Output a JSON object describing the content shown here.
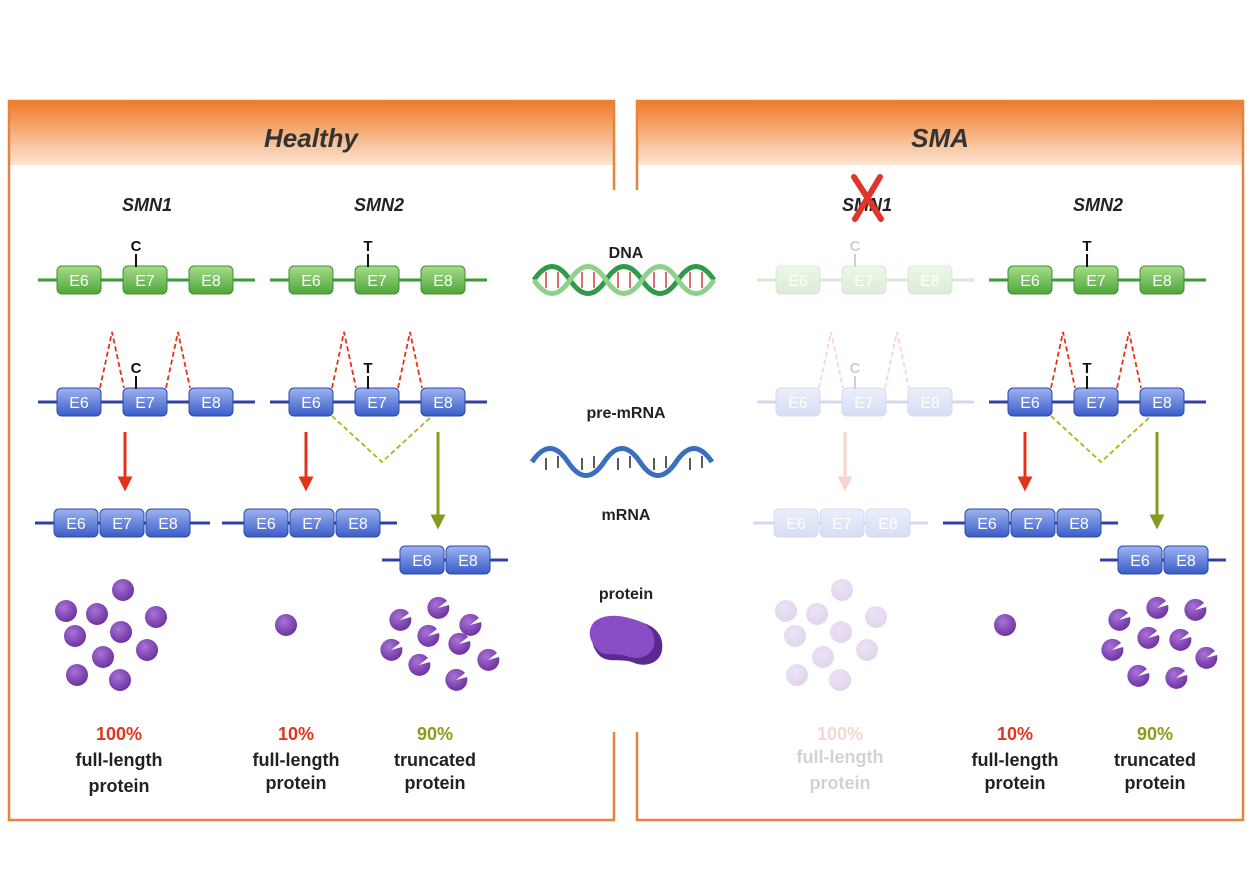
{
  "panels": {
    "healthy": {
      "title": "Healthy",
      "genes": {
        "smn1": "SMN1",
        "smn2": "SMN2"
      },
      "smn1_nucleotide": "C",
      "smn2_nucleotide": "T",
      "outcomes": {
        "smn1": {
          "percent": "100%",
          "line1": "full-length",
          "line2": "protein"
        },
        "smn2_full": {
          "percent": "10%",
          "line1": "full-length",
          "line2": "protein"
        },
        "smn2_trunc": {
          "percent": "90%",
          "line1": "truncated",
          "line2": "protein"
        }
      }
    },
    "sma": {
      "title": "SMA",
      "genes": {
        "smn1": "SMN1",
        "smn2": "SMN2"
      },
      "smn1_deleted": true,
      "smn1_nucleotide": "C",
      "smn2_nucleotide": "T",
      "outcomes": {
        "smn1": {
          "percent": "100%",
          "line1": "full-length",
          "line2": "protein"
        },
        "smn2_full": {
          "percent": "10%",
          "line1": "full-length",
          "line2": "protein"
        },
        "smn2_trunc": {
          "percent": "90%",
          "line1": "truncated",
          "line2": "protein"
        }
      }
    }
  },
  "exons": {
    "e6": "E6",
    "e7": "E7",
    "e8": "E8"
  },
  "center_labels": {
    "dna": "DNA",
    "pre_mrna": "pre-mRNA",
    "mrna": "mRNA",
    "protein": "protein"
  },
  "colors": {
    "header_orange": "#ee7f2d",
    "panel_border": "#e8843a",
    "dna_exon": "#6cbf4a",
    "dna_line": "#3a9a3a",
    "rna_exon": "#4a6fd8",
    "rna_line": "#3040a8",
    "full_length_red": "#e0351b",
    "truncated_olive": "#8a9a1c",
    "protein_purple": "#7b3fb0"
  }
}
